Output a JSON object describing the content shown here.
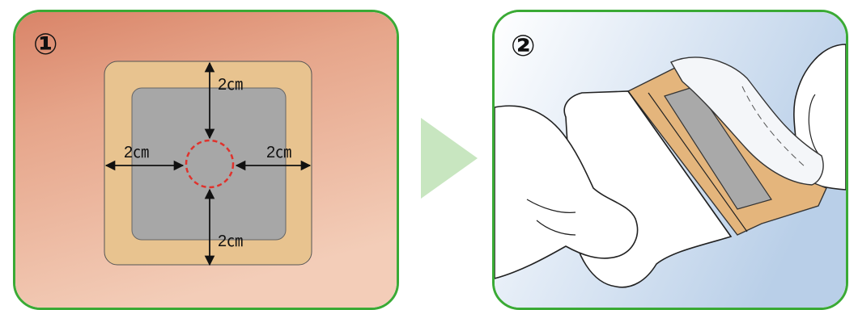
{
  "step1": {
    "number": "①",
    "labels": {
      "top": "2㎝",
      "left": "2㎝",
      "right": "2㎝",
      "bottom": "2㎝"
    }
  },
  "step2": {
    "number": "②"
  },
  "colors": {
    "frame_green": "#3aaa35",
    "next_arrow": "#c8e6c0",
    "skin_dark": "#d98a6e",
    "skin_light": "#f3c8b2",
    "adhesive_tan": "#e8c38f",
    "pad_gray": "#a7a7a7",
    "target_red": "#e0322c"
  }
}
